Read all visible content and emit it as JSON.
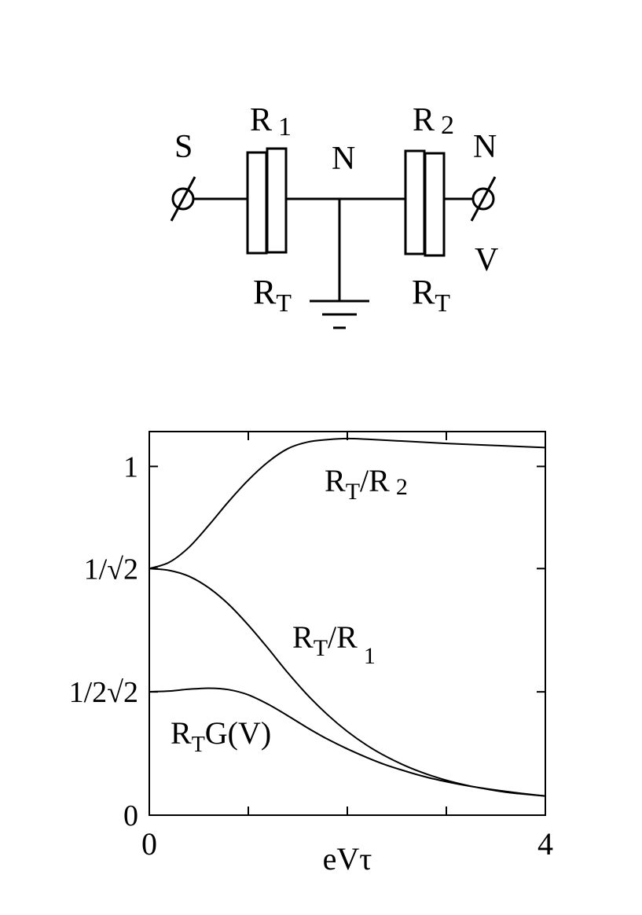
{
  "circuit": {
    "terminal_left": "S",
    "terminal_right_top": "N",
    "terminal_right_bottom": "V",
    "node": "N",
    "r1_main": "R",
    "r1_sub": "1",
    "r2_main": "R",
    "r2_sub": "2",
    "rt_left_main": "R",
    "rt_left_sub": "T",
    "rt_right_main": "R",
    "rt_right_sub": "T"
  },
  "chart_data": {
    "type": "line",
    "xlabel": "eVτ",
    "ylabel": "",
    "xlim": [
      0,
      4
    ],
    "ylim": [
      0,
      1.1
    ],
    "x_tick_values": [
      0,
      1,
      2,
      3,
      4
    ],
    "x_tick_labels": [
      "0",
      "",
      "",
      "",
      "4"
    ],
    "y_tick_values": [
      0,
      0.3536,
      0.7071,
      1.0
    ],
    "y_tick_labels": [
      "0",
      "1/2√2",
      "1/√2",
      "1"
    ],
    "series": [
      {
        "name": "R_T/R_2",
        "label_main": "R",
        "label_sub1": "T",
        "label_mid": "/R",
        "label_sub2": "2",
        "x": [
          0,
          0.2,
          0.4,
          0.6,
          0.8,
          1.0,
          1.2,
          1.4,
          1.6,
          1.8,
          2.0,
          2.2,
          2.6,
          3.0,
          3.5,
          4.0
        ],
        "y": [
          0.707,
          0.725,
          0.768,
          0.831,
          0.899,
          0.961,
          1.013,
          1.051,
          1.07,
          1.077,
          1.08,
          1.078,
          1.072,
          1.066,
          1.06,
          1.054
        ]
      },
      {
        "name": "R_T/R_1",
        "label_main": "R",
        "label_sub1": "T",
        "label_mid": "/R",
        "label_sub2": "1",
        "x": [
          0,
          0.2,
          0.4,
          0.6,
          0.8,
          1.0,
          1.2,
          1.4,
          1.6,
          1.8,
          2.0,
          2.2,
          2.4,
          2.6,
          2.8,
          3.0,
          3.2,
          3.4,
          3.6,
          3.8,
          4.0
        ],
        "y": [
          0.707,
          0.702,
          0.685,
          0.652,
          0.605,
          0.545,
          0.478,
          0.408,
          0.344,
          0.288,
          0.24,
          0.2,
          0.167,
          0.14,
          0.118,
          0.1,
          0.086,
          0.075,
          0.066,
          0.06,
          0.055
        ]
      },
      {
        "name": "R_TG(V)",
        "label_main": "R",
        "label_sub1": "T",
        "label_mid": "G(V)",
        "label_sub2": "",
        "x": [
          0,
          0.2,
          0.4,
          0.6,
          0.8,
          1.0,
          1.2,
          1.4,
          1.6,
          1.8,
          2.0,
          2.2,
          2.4,
          2.6,
          2.8,
          3.0,
          3.2,
          3.4,
          3.6,
          3.8,
          4.0
        ],
        "y": [
          0.354,
          0.356,
          0.361,
          0.364,
          0.36,
          0.345,
          0.318,
          0.285,
          0.25,
          0.218,
          0.19,
          0.165,
          0.143,
          0.125,
          0.109,
          0.096,
          0.085,
          0.076,
          0.068,
          0.061,
          0.055
        ]
      }
    ]
  }
}
